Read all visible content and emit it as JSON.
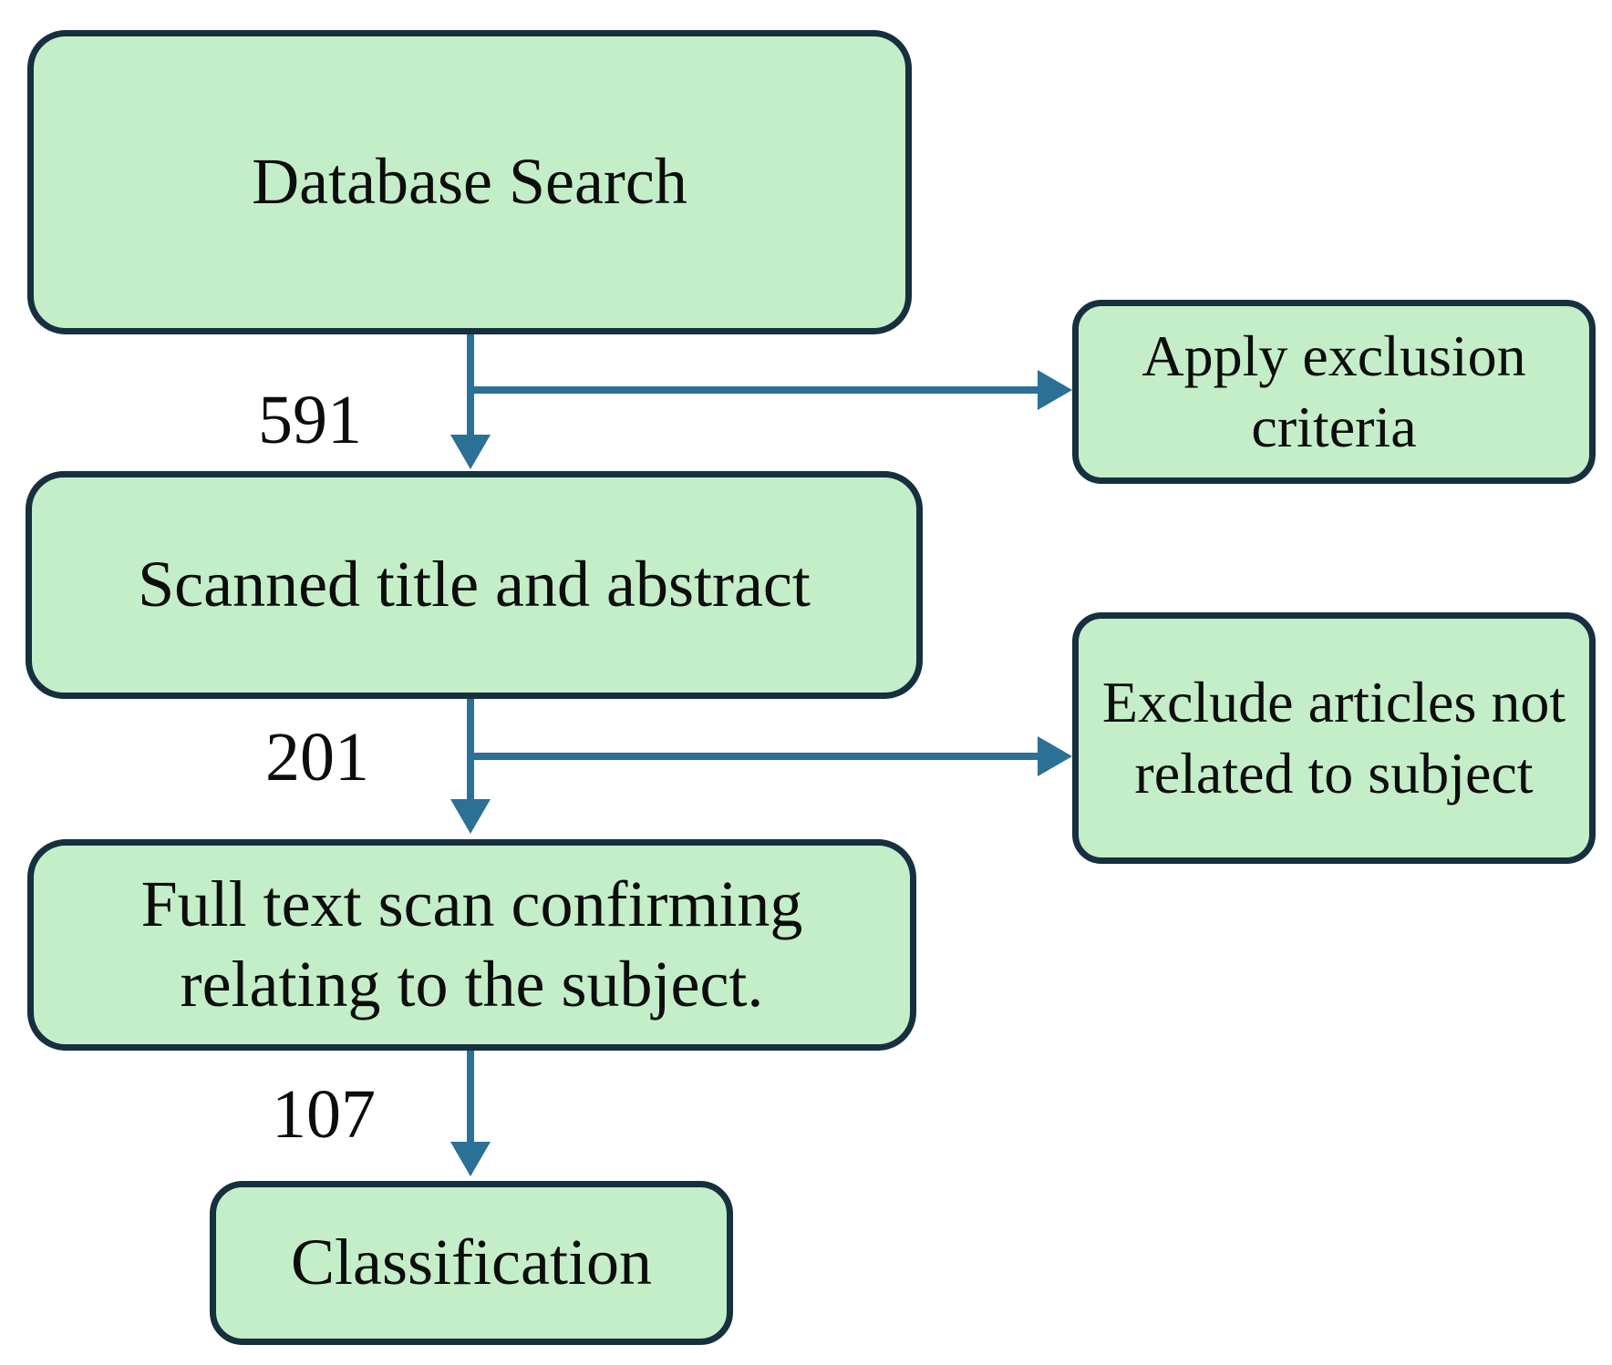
{
  "diagram": {
    "type": "flowchart",
    "nodes": {
      "database_search": {
        "label": "Database Search"
      },
      "scanned_title": {
        "label": "Scanned title and abstract"
      },
      "full_text": {
        "label": "Full text scan confirming relating to the subject."
      },
      "classification": {
        "label": "Classification"
      },
      "apply_exclusion": {
        "label": "Apply exclusion criteria"
      },
      "exclude_articles": {
        "label": "Exclude articles not related to subject"
      }
    },
    "edges": {
      "search_to_scan": {
        "label": "591",
        "from": "database_search",
        "to": "scanned_title",
        "branch_to": "apply_exclusion"
      },
      "scan_to_fulltext": {
        "label": "201",
        "from": "scanned_title",
        "to": "full_text",
        "branch_to": "exclude_articles"
      },
      "fulltext_to_classification": {
        "label": "107",
        "from": "full_text",
        "to": "classification"
      }
    },
    "colors": {
      "box_fill": "#c4eec8",
      "box_border": "#16303f",
      "arrow": "#2b7095",
      "text": "#0d0d0d",
      "background": "#ffffff"
    }
  }
}
